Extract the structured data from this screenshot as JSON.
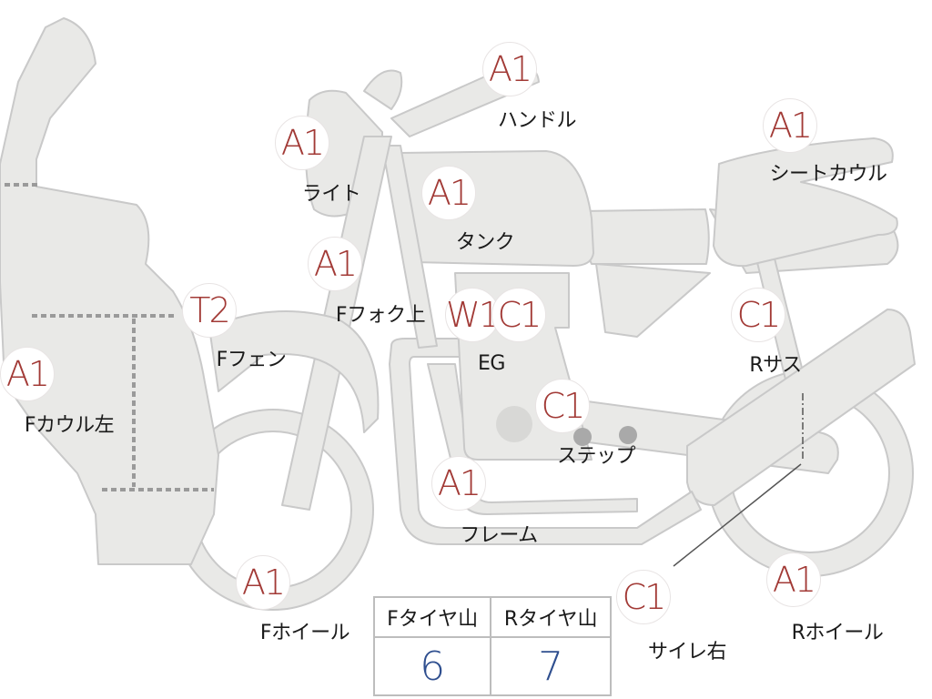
{
  "colors": {
    "grade_text": "#a23a36",
    "part_fill": "#e9e9e7",
    "part_stroke": "#c9c9c9",
    "tread_value": "#2f4f8f",
    "dotted_line": "#9a9a9a"
  },
  "parts": [
    {
      "id": "handle",
      "grade": "A1",
      "label": "ハンドル"
    },
    {
      "id": "seat-cowl",
      "grade": "A1",
      "label": "シートカウル"
    },
    {
      "id": "light",
      "grade": "A1",
      "label": "ライト"
    },
    {
      "id": "tank",
      "grade": "A1",
      "label": "タンク"
    },
    {
      "id": "f-fork-upper",
      "grade": "A1",
      "label": "Fフォク上"
    },
    {
      "id": "f-fender",
      "grade": "T2",
      "label": "Fフェン"
    },
    {
      "id": "engine",
      "grade": "W1",
      "label": "EG"
    },
    {
      "id": "engine-2",
      "grade": "C1",
      "label": ""
    },
    {
      "id": "r-suspension",
      "grade": "C1",
      "label": "Rサス"
    },
    {
      "id": "f-cowl-left",
      "grade": "A1",
      "label": "Fカウル左"
    },
    {
      "id": "step",
      "grade": "C1",
      "label": "ステップ"
    },
    {
      "id": "frame",
      "grade": "A1",
      "label": "フレーム"
    },
    {
      "id": "f-wheel",
      "grade": "A1",
      "label": "Fホイール"
    },
    {
      "id": "muffler-right",
      "grade": "C1",
      "label": "サイレ右"
    },
    {
      "id": "r-wheel",
      "grade": "A1",
      "label": "Rホイール"
    }
  ],
  "tread_table": {
    "headers": [
      "Fタイヤ山",
      "Rタイヤ山"
    ],
    "values": [
      "6",
      "7"
    ]
  }
}
